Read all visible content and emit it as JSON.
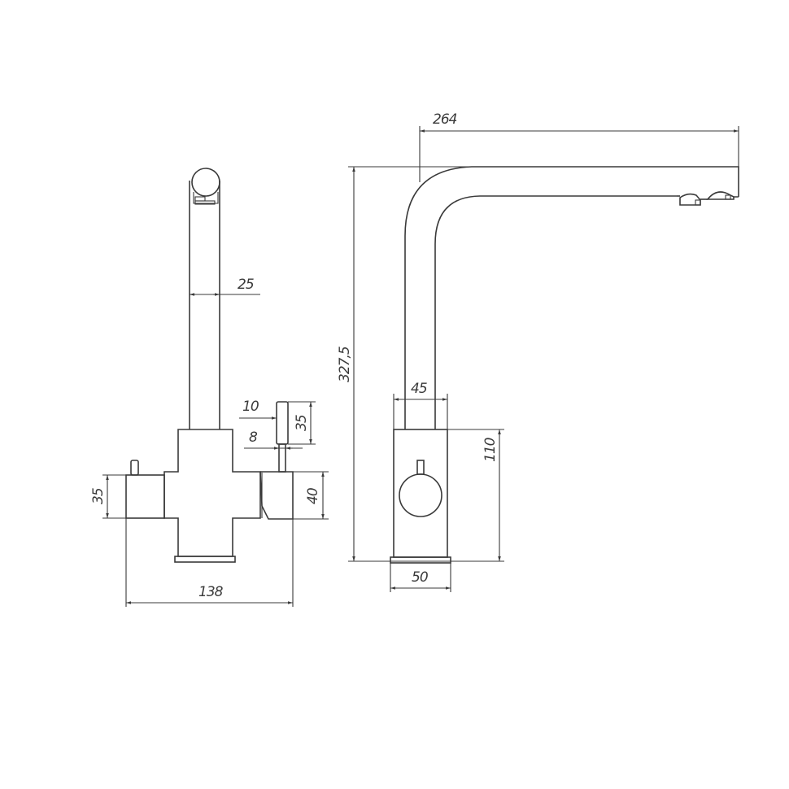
{
  "drawing": {
    "title": "Kitchen faucet technical drawing (front and side views)",
    "stroke_color": "#3a3a3a",
    "background_color": "#ffffff",
    "front_view": {
      "dimensions": {
        "spout_diameter": "25",
        "handle_width": "10",
        "handle_height": "35",
        "handle_stem_width": "8",
        "left_valve_height": "35",
        "right_valve_height": "40",
        "total_width": "138"
      }
    },
    "side_view": {
      "dimensions": {
        "spout_reach": "264",
        "total_height": "327,5",
        "spout_tube_diameter": "45",
        "body_height": "110",
        "base_width": "50"
      }
    }
  }
}
